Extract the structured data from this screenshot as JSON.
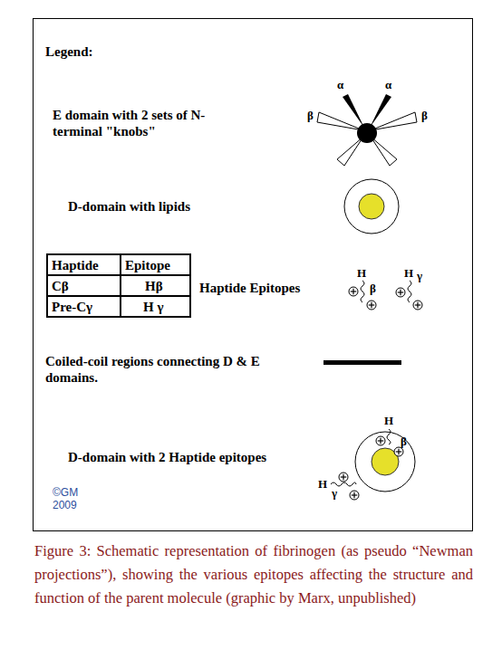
{
  "diagram": {
    "title": "Legend:",
    "caption": "Figure 3: Schematic representation of fibrinogen (as pseudo “Newman projections”), showing the various epitopes affecting the structure and function of the parent molecule (graphic by Marx, unpublished)",
    "labels": [
      "Haptide",
      "Epitope",
      "Cβ",
      "Hβ",
      "Pre-Cγ",
      "H γ",
      "α",
      "α",
      "β",
      "β",
      "H",
      "β",
      "H",
      "γ",
      "H",
      "β",
      "H",
      "γ",
      "©GM 2009"
    ],
    "legend": [
      {
        "text": "E domain with 2 sets of N-terminal \"knobs\""
      },
      {
        "text": "D-domain with lipids"
      },
      {
        "text": "Haptide Epitopes"
      },
      {
        "text": "Coiled-coil regions connecting D & E domains."
      },
      {
        "text": "D-domain with 2 Haptide epitopes"
      }
    ]
  }
}
